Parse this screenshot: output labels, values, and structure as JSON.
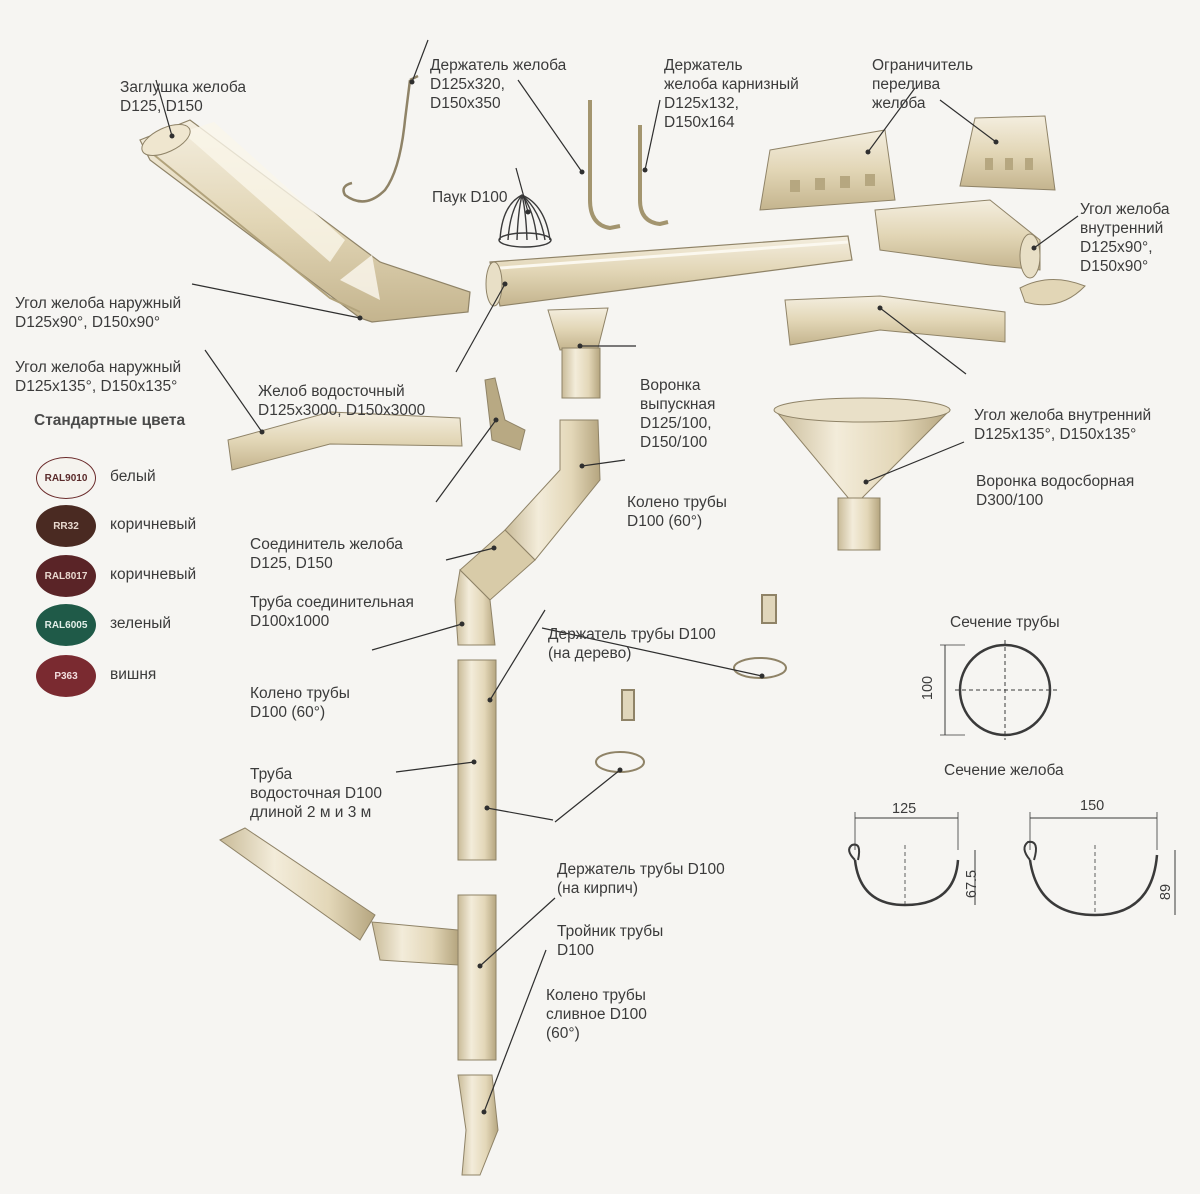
{
  "labels": {
    "zaglushka": [
      "Заглушка желоба",
      "D125, D150"
    ],
    "derzh_zheloba": [
      "Держатель желоба",
      "D125x320,",
      "D150x350"
    ],
    "derzh_karniz": [
      "Держатель",
      "желоба карнизный",
      "D125x132,",
      "D150x164"
    ],
    "ogranichitel": [
      "Ограничитель",
      "перелива",
      "желоба"
    ],
    "pauk": [
      "Паук D100"
    ],
    "ugol_vnutr_90": [
      "Угол желоба",
      "внутренний",
      "D125x90°,",
      "D150x90°"
    ],
    "ugol_naruzh_90": [
      "Угол желоба наружный",
      "D125x90°, D150x90°"
    ],
    "ugol_naruzh_135": [
      "Угол желоба наружный",
      "D125x135°, D150x135°"
    ],
    "zhelob": [
      "Желоб водосточный",
      "D125x3000, D150x3000"
    ],
    "voronka_vypusk": [
      "Воронка",
      "выпускная",
      "D125/100,",
      "D150/100"
    ],
    "ugol_vnutr_135": [
      "Угол желоба внутренний",
      "D125x135°, D150x135°"
    ],
    "koleno_top": [
      "Колено трубы",
      "D100 (60°)"
    ],
    "voronka_vodosb": [
      "Воронка водосборная",
      "D300/100"
    ],
    "soedinitel": [
      "Соединитель желоба",
      "D125, D150"
    ],
    "truba_soed": [
      "Труба соединительная",
      "D100x1000"
    ],
    "derzh_truby_derevo": [
      "Держатель трубы D100",
      "(на дерево)"
    ],
    "koleno_mid": [
      "Колено трубы",
      "D100 (60°)"
    ],
    "truba_vodost": [
      "Труба",
      "водосточная D100",
      "длиной 2 м и 3 м"
    ],
    "derzh_truby_kirpich": [
      "Держатель трубы D100",
      "(на кирпич)"
    ],
    "troynik": [
      "Тройник трубы",
      "D100"
    ],
    "koleno_sliv": [
      "Колено трубы",
      "сливное D100",
      "(60°)"
    ]
  },
  "colors_section": {
    "title": "Стандартные цвета",
    "items": [
      {
        "code": "RAL9010",
        "name": "белый",
        "hex": "#f5f3ee",
        "text": "#5a2a2a"
      },
      {
        "code": "RR32",
        "name": "коричневый",
        "hex": "#4a2a22",
        "text": "#e9d9cf"
      },
      {
        "code": "RAL8017",
        "name": "коричневый",
        "hex": "#5a2427",
        "text": "#e9d9cf"
      },
      {
        "code": "RAL6005",
        "name": "зеленый",
        "hex": "#1f5a48",
        "text": "#e3efe9"
      },
      {
        "code": "P363",
        "name": "вишня",
        "hex": "#7a2a30",
        "text": "#f3dede"
      }
    ]
  },
  "sections": {
    "pipe_title": "Сечение трубы",
    "pipe_dim": "100",
    "gutter_title": "Сечение желоба",
    "gutter_125_width": "125",
    "gutter_125_height": "67.5",
    "gutter_150_width": "150",
    "gutter_150_height": "89"
  },
  "palette": {
    "metal": "#e6dcc2",
    "metal_dark": "#c2b38f",
    "metal_light": "#f4eedf",
    "outline": "#8f8367",
    "leader": "#2f2f2f"
  }
}
